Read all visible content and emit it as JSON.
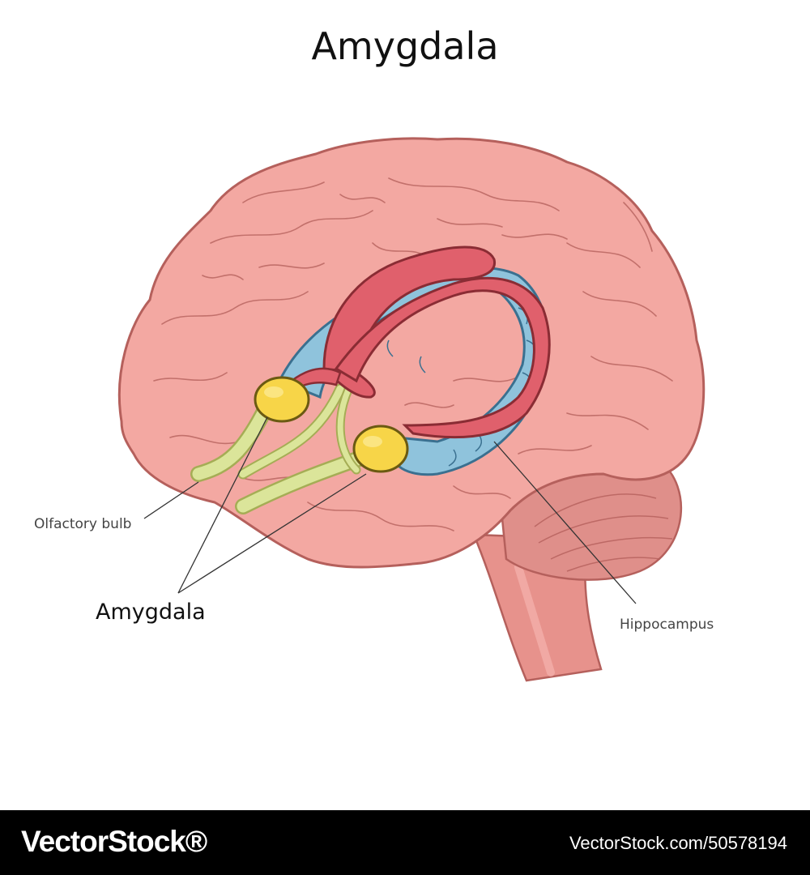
{
  "title": "Amygdala",
  "labels": {
    "olfactory_bulb": "Olfactory bulb",
    "amygdala": "Amygdala",
    "hippocampus": "Hippocampus"
  },
  "colors": {
    "brain": "#f3a8a2",
    "brain_outline": "#b5605c",
    "fornix": "#e0606c",
    "hippocampus": "#8fc3dc",
    "amygdala": "#f7d548",
    "olfactory": "#dbe59a",
    "cerebellum": "#df8f8a",
    "brainstem": "#e7928c"
  },
  "footer": {
    "brand": "VectorStock®",
    "url": "VectorStock.com/50578194"
  }
}
